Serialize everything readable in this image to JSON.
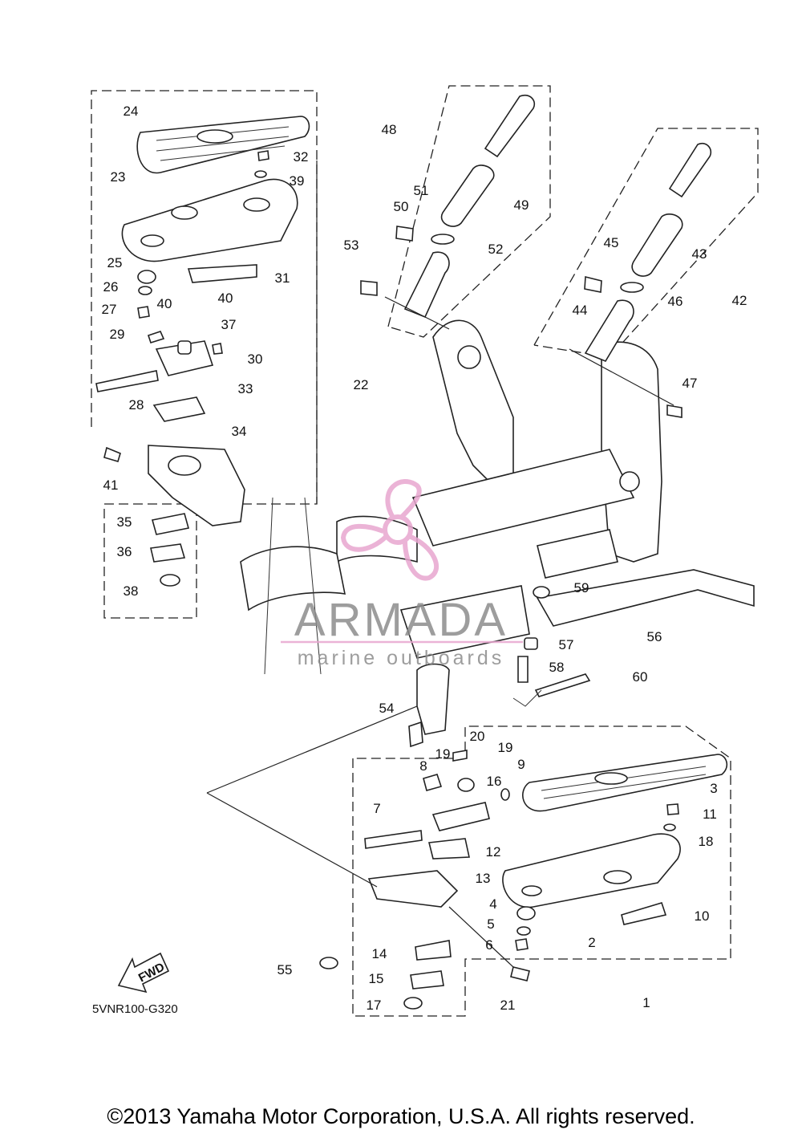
{
  "diagram": {
    "code": "5VNR100-G320",
    "fwd_label": "FWD",
    "callouts": [
      {
        "id": "1",
        "label": "1"
      },
      {
        "id": "2",
        "label": "2"
      },
      {
        "id": "3",
        "label": "3"
      },
      {
        "id": "4",
        "label": "4"
      },
      {
        "id": "5",
        "label": "5"
      },
      {
        "id": "6",
        "label": "6"
      },
      {
        "id": "7",
        "label": "7"
      },
      {
        "id": "8",
        "label": "8"
      },
      {
        "id": "9",
        "label": "9"
      },
      {
        "id": "10",
        "label": "10"
      },
      {
        "id": "11",
        "label": "11"
      },
      {
        "id": "12",
        "label": "12"
      },
      {
        "id": "13",
        "label": "13"
      },
      {
        "id": "14",
        "label": "14"
      },
      {
        "id": "15",
        "label": "15"
      },
      {
        "id": "16",
        "label": "16"
      },
      {
        "id": "17",
        "label": "17"
      },
      {
        "id": "18",
        "label": "18"
      },
      {
        "id": "19a",
        "label": "19"
      },
      {
        "id": "19b",
        "label": "19"
      },
      {
        "id": "20",
        "label": "20"
      },
      {
        "id": "21",
        "label": "21"
      },
      {
        "id": "22",
        "label": "22"
      },
      {
        "id": "23",
        "label": "23"
      },
      {
        "id": "24",
        "label": "24"
      },
      {
        "id": "25",
        "label": "25"
      },
      {
        "id": "26",
        "label": "26"
      },
      {
        "id": "27",
        "label": "27"
      },
      {
        "id": "28",
        "label": "28"
      },
      {
        "id": "29",
        "label": "29"
      },
      {
        "id": "30",
        "label": "30"
      },
      {
        "id": "31",
        "label": "31"
      },
      {
        "id": "32",
        "label": "32"
      },
      {
        "id": "33",
        "label": "33"
      },
      {
        "id": "34",
        "label": "34"
      },
      {
        "id": "35",
        "label": "35"
      },
      {
        "id": "36",
        "label": "36"
      },
      {
        "id": "37",
        "label": "37"
      },
      {
        "id": "38",
        "label": "38"
      },
      {
        "id": "39",
        "label": "39"
      },
      {
        "id": "40a",
        "label": "40"
      },
      {
        "id": "40b",
        "label": "40"
      },
      {
        "id": "41",
        "label": "41"
      },
      {
        "id": "42",
        "label": "42"
      },
      {
        "id": "43",
        "label": "43"
      },
      {
        "id": "44",
        "label": "44"
      },
      {
        "id": "45",
        "label": "45"
      },
      {
        "id": "46",
        "label": "46"
      },
      {
        "id": "47",
        "label": "47"
      },
      {
        "id": "48",
        "label": "48"
      },
      {
        "id": "49",
        "label": "49"
      },
      {
        "id": "50",
        "label": "50"
      },
      {
        "id": "51",
        "label": "51"
      },
      {
        "id": "52",
        "label": "52"
      },
      {
        "id": "53",
        "label": "53"
      },
      {
        "id": "54",
        "label": "54"
      },
      {
        "id": "55",
        "label": "55"
      },
      {
        "id": "56",
        "label": "56"
      },
      {
        "id": "57",
        "label": "57"
      },
      {
        "id": "58",
        "label": "58"
      },
      {
        "id": "59",
        "label": "59"
      },
      {
        "id": "60",
        "label": "60"
      }
    ]
  },
  "watermark": {
    "title": "ARMADA",
    "subtitle": "marine outboards",
    "color": "#e8a6cf",
    "text_color": "#8c8c8c"
  },
  "footer": {
    "copyright": "©2013 Yamaha Motor Corporation, U.S.A. All rights reserved."
  }
}
